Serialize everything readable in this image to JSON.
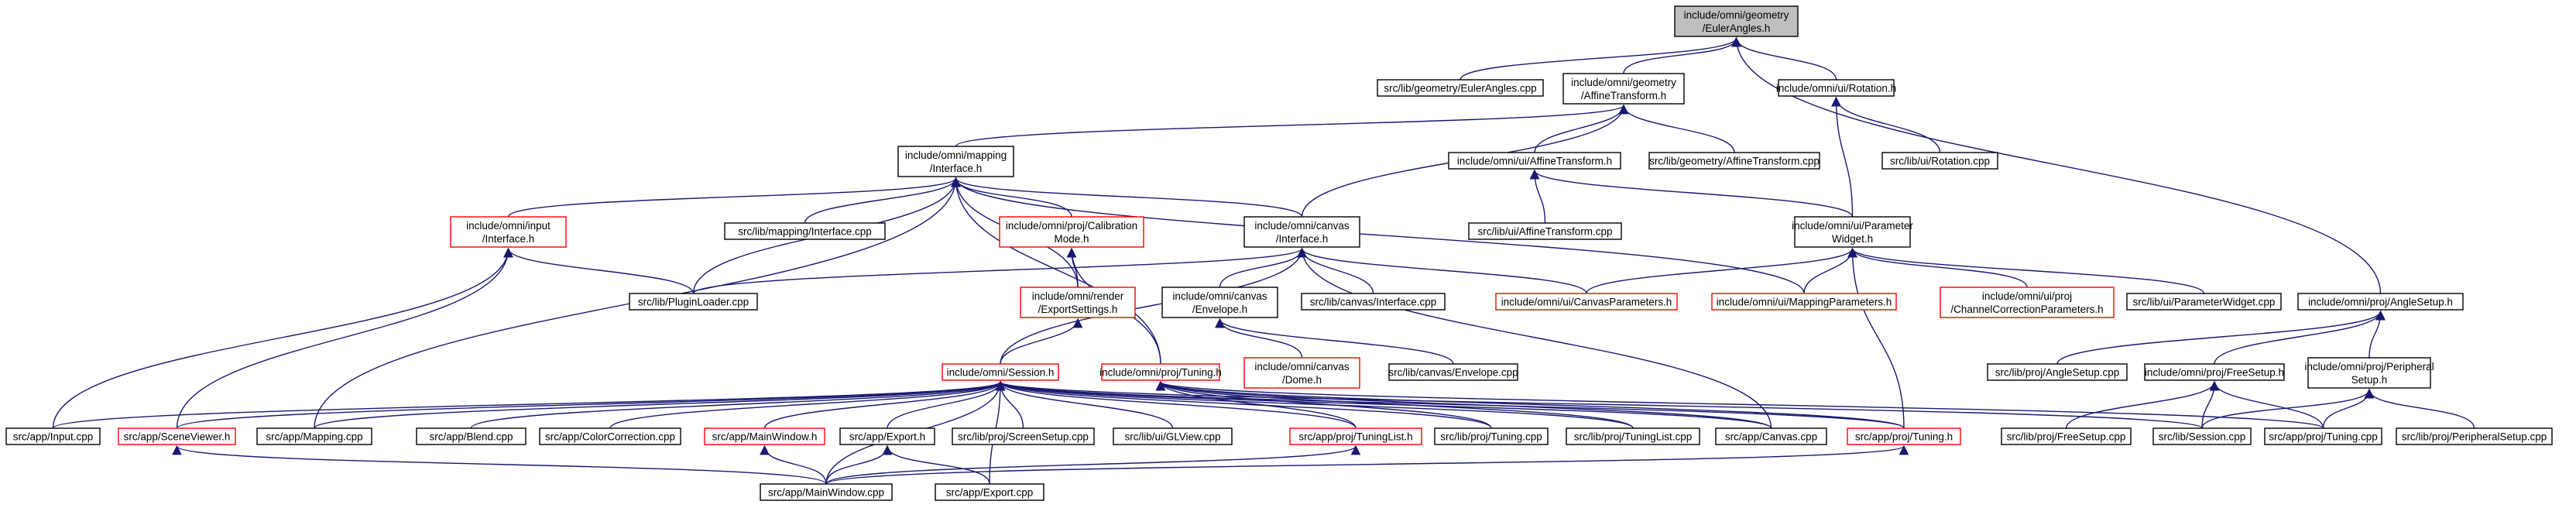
{
  "graph": {
    "title": "Include dependency graph for EulerAngles.h",
    "edge_color": "#191970",
    "node_border_color": "#000000",
    "red_border_color": "#ff0000",
    "root_fill": "#bfbfbf",
    "nodes": [
      {
        "id": "n0",
        "lines": [
          "include/omni/geometry",
          "/EulerAngles.h"
        ],
        "root": true
      },
      {
        "id": "n1",
        "lines": [
          "src/lib/geometry/EulerAngles.cpp"
        ]
      },
      {
        "id": "n2",
        "lines": [
          "include/omni/geometry",
          "/AffineTransform.h"
        ]
      },
      {
        "id": "n3",
        "lines": [
          "include/omni/ui/Rotation.h"
        ]
      },
      {
        "id": "n4",
        "lines": [
          "include/omni/mapping",
          "/Interface.h"
        ]
      },
      {
        "id": "n5",
        "lines": [
          "include/omni/ui/AffineTransform.h"
        ]
      },
      {
        "id": "n6",
        "lines": [
          "src/lib/geometry/AffineTransform.cpp"
        ]
      },
      {
        "id": "n7",
        "lines": [
          "src/lib/ui/Rotation.cpp"
        ]
      },
      {
        "id": "n8",
        "lines": [
          "include/omni/input",
          "/Interface.h"
        ],
        "red": true
      },
      {
        "id": "n9",
        "lines": [
          "src/lib/mapping/Interface.cpp"
        ]
      },
      {
        "id": "n10",
        "lines": [
          "include/omni/proj/Calibration",
          "Mode.h"
        ],
        "red": true
      },
      {
        "id": "n11",
        "lines": [
          "include/omni/canvas",
          "/Interface.h"
        ]
      },
      {
        "id": "n12",
        "lines": [
          "src/lib/ui/AffineTransform.cpp"
        ]
      },
      {
        "id": "n13",
        "lines": [
          "include/omni/ui/Parameter",
          "Widget.h"
        ]
      },
      {
        "id": "n14",
        "lines": [
          "src/lib/PluginLoader.cpp"
        ]
      },
      {
        "id": "n15",
        "lines": [
          "include/omni/render",
          "/ExportSettings.h"
        ],
        "red": true
      },
      {
        "id": "n16",
        "lines": [
          "include/omni/canvas",
          "/Envelope.h"
        ]
      },
      {
        "id": "n17",
        "lines": [
          "src/lib/canvas/Interface.cpp"
        ]
      },
      {
        "id": "n18",
        "lines": [
          "include/omni/ui/CanvasParameters.h"
        ],
        "red": true
      },
      {
        "id": "n19",
        "lines": [
          "include/omni/ui/MappingParameters.h"
        ],
        "red": true
      },
      {
        "id": "n20",
        "lines": [
          "include/omni/ui/proj",
          "/ChannelCorrectionParameters.h"
        ],
        "red": true
      },
      {
        "id": "n21",
        "lines": [
          "src/lib/ui/ParameterWidget.cpp"
        ]
      },
      {
        "id": "n22",
        "lines": [
          "include/omni/proj/AngleSetup.h"
        ]
      },
      {
        "id": "n23",
        "lines": [
          "include/omni/canvas",
          "/Dome.h"
        ],
        "red": true
      },
      {
        "id": "n24",
        "lines": [
          "src/lib/canvas/Envelope.cpp"
        ]
      },
      {
        "id": "n25",
        "lines": [
          "include/omni/Session.h"
        ],
        "red": true
      },
      {
        "id": "n26",
        "lines": [
          "include/omni/proj/Tuning.h"
        ],
        "red": true
      },
      {
        "id": "n27",
        "lines": [
          "src/lib/proj/AngleSetup.cpp"
        ]
      },
      {
        "id": "n28",
        "lines": [
          "include/omni/proj/FreeSetup.h"
        ]
      },
      {
        "id": "n29",
        "lines": [
          "include/omni/proj/Peripheral",
          "Setup.h"
        ]
      },
      {
        "id": "n30",
        "lines": [
          "src/app/Input.cpp"
        ]
      },
      {
        "id": "n31",
        "lines": [
          "src/app/SceneViewer.h"
        ],
        "red": true
      },
      {
        "id": "n32",
        "lines": [
          "src/app/Mapping.cpp"
        ]
      },
      {
        "id": "n33",
        "lines": [
          "src/app/Blend.cpp"
        ]
      },
      {
        "id": "n34",
        "lines": [
          "src/app/ColorCorrection.cpp"
        ]
      },
      {
        "id": "n35",
        "lines": [
          "src/app/MainWindow.h"
        ],
        "red": true
      },
      {
        "id": "n36",
        "lines": [
          "src/app/Export.h"
        ]
      },
      {
        "id": "n37",
        "lines": [
          "src/lib/proj/ScreenSetup.cpp"
        ]
      },
      {
        "id": "n38",
        "lines": [
          "src/lib/ui/GLView.cpp"
        ]
      },
      {
        "id": "n39",
        "lines": [
          "src/app/proj/TuningList.h"
        ],
        "red": true
      },
      {
        "id": "n40",
        "lines": [
          "src/lib/proj/Tuning.cpp"
        ]
      },
      {
        "id": "n41",
        "lines": [
          "src/lib/proj/TuningList.cpp"
        ]
      },
      {
        "id": "n42",
        "lines": [
          "src/app/Canvas.cpp"
        ]
      },
      {
        "id": "n43",
        "lines": [
          "src/app/proj/Tuning.h"
        ],
        "red": true
      },
      {
        "id": "n44",
        "lines": [
          "src/lib/proj/FreeSetup.cpp"
        ]
      },
      {
        "id": "n45",
        "lines": [
          "src/lib/Session.cpp"
        ]
      },
      {
        "id": "n46",
        "lines": [
          "src/app/proj/Tuning.cpp"
        ]
      },
      {
        "id": "n47",
        "lines": [
          "src/lib/proj/PeripheralSetup.cpp"
        ]
      },
      {
        "id": "n48",
        "lines": [
          "src/app/MainWindow.cpp"
        ]
      },
      {
        "id": "n49",
        "lines": [
          "src/app/Export.cpp"
        ]
      }
    ],
    "edges": [
      [
        "n0",
        "n1"
      ],
      [
        "n0",
        "n2"
      ],
      [
        "n0",
        "n3"
      ],
      [
        "n0",
        "n22"
      ],
      [
        "n2",
        "n4"
      ],
      [
        "n2",
        "n5"
      ],
      [
        "n2",
        "n6"
      ],
      [
        "n2",
        "n11"
      ],
      [
        "n3",
        "n7"
      ],
      [
        "n3",
        "n13"
      ],
      [
        "n4",
        "n8"
      ],
      [
        "n4",
        "n9"
      ],
      [
        "n4",
        "n10"
      ],
      [
        "n4",
        "n11"
      ],
      [
        "n4",
        "n14"
      ],
      [
        "n4",
        "n15"
      ],
      [
        "n4",
        "n19"
      ],
      [
        "n4",
        "n26"
      ],
      [
        "n4",
        "n32"
      ],
      [
        "n5",
        "n12"
      ],
      [
        "n5",
        "n13"
      ],
      [
        "n8",
        "n14"
      ],
      [
        "n8",
        "n30"
      ],
      [
        "n8",
        "n31"
      ],
      [
        "n10",
        "n15"
      ],
      [
        "n10",
        "n26"
      ],
      [
        "n11",
        "n14"
      ],
      [
        "n11",
        "n16"
      ],
      [
        "n11",
        "n17"
      ],
      [
        "n11",
        "n18"
      ],
      [
        "n11",
        "n25"
      ],
      [
        "n11",
        "n42"
      ],
      [
        "n13",
        "n18"
      ],
      [
        "n13",
        "n19"
      ],
      [
        "n13",
        "n20"
      ],
      [
        "n13",
        "n21"
      ],
      [
        "n13",
        "n43"
      ],
      [
        "n15",
        "n25"
      ],
      [
        "n16",
        "n23"
      ],
      [
        "n16",
        "n24"
      ],
      [
        "n22",
        "n27"
      ],
      [
        "n22",
        "n28"
      ],
      [
        "n22",
        "n29"
      ],
      [
        "n25",
        "n30"
      ],
      [
        "n25",
        "n31"
      ],
      [
        "n25",
        "n32"
      ],
      [
        "n25",
        "n33"
      ],
      [
        "n25",
        "n34"
      ],
      [
        "n25",
        "n35"
      ],
      [
        "n25",
        "n36"
      ],
      [
        "n25",
        "n37"
      ],
      [
        "n25",
        "n38"
      ],
      [
        "n25",
        "n39"
      ],
      [
        "n25",
        "n40"
      ],
      [
        "n25",
        "n41"
      ],
      [
        "n25",
        "n42"
      ],
      [
        "n25",
        "n43"
      ],
      [
        "n25",
        "n45"
      ],
      [
        "n25",
        "n48"
      ],
      [
        "n25",
        "n49"
      ],
      [
        "n26",
        "n39"
      ],
      [
        "n26",
        "n40"
      ],
      [
        "n26",
        "n41"
      ],
      [
        "n26",
        "n42"
      ],
      [
        "n26",
        "n43"
      ],
      [
        "n26",
        "n46"
      ],
      [
        "n28",
        "n44"
      ],
      [
        "n28",
        "n45"
      ],
      [
        "n28",
        "n46"
      ],
      [
        "n29",
        "n45"
      ],
      [
        "n29",
        "n46"
      ],
      [
        "n29",
        "n47"
      ],
      [
        "n31",
        "n48"
      ],
      [
        "n35",
        "n48"
      ],
      [
        "n36",
        "n48"
      ],
      [
        "n36",
        "n49"
      ],
      [
        "n39",
        "n48"
      ],
      [
        "n43",
        "n48"
      ]
    ]
  }
}
